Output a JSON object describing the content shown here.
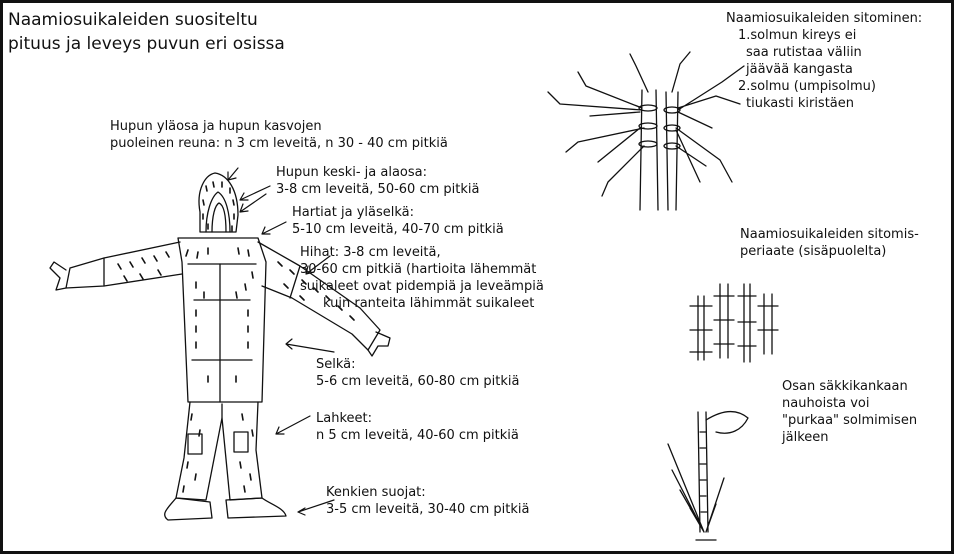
{
  "title": {
    "line1": "Naamiosuikaleiden suositeltu",
    "line2": "pituus ja leveys puvun eri osissa"
  },
  "labels": {
    "hood_top": {
      "l1": "Hupun yläosa ja hupun kasvojen",
      "l2": "puoleinen reuna: n 3 cm leveitä, n 30 - 40 cm pitkiä"
    },
    "hood_mid": {
      "l1": "Hupun keski- ja alaosa:",
      "l2": "3-8 cm leveitä, 50-60 cm pitkiä"
    },
    "shoulders": {
      "l1": "Hartiat ja yläselkä:",
      "l2": "5-10 cm leveitä, 40-70 cm pitkiä"
    },
    "sleeves": {
      "l1": "Hihat: 3-8 cm leveitä,",
      "l2": "30-60 cm pitkiä (hartioita lähemmät",
      "l3": "suikaleet ovat pidempiä ja leveämpiä",
      "l4": "kuin ranteita lähimmät suikaleet"
    },
    "back": {
      "l1": "Selkä:",
      "l2": "5-6 cm leveitä, 60-80 cm pitkiä"
    },
    "legs": {
      "l1": "Lahkeet:",
      "l2": "n 5 cm leveitä, 40-60 cm pitkiä"
    },
    "shoes": {
      "l1": "Kenkien suojat:",
      "l2": "3-5 cm leveitä, 30-40 cm pitkiä"
    }
  },
  "tying": {
    "l1": "Naamiosuikaleiden sitominen:",
    "l2": "1.solmun kireys ei",
    "l3": "saa rutistaa väliin",
    "l4": "jäävää kangasta",
    "l5": "2.solmu (umpisolmu)",
    "l6": "tiukasti kiristäen"
  },
  "principle": {
    "l1": "Naamiosuikaleiden sitomis-",
    "l2": "periaate (sisäpuolelta)"
  },
  "sack": {
    "l1": "Osan säkkikankaan",
    "l2": "nauhoista voi",
    "l3": "\"purkaa\" solmimisen",
    "l4": "jälkeen"
  }
}
